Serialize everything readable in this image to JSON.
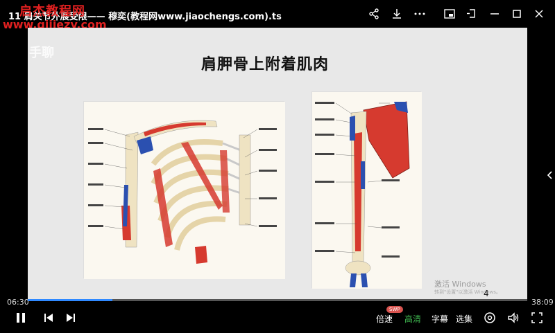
{
  "window": {
    "title": "11 肩关节外展受限——  穆奕(教程网www.jiaochengs.com).ts",
    "watermark_top": "启杰教程网",
    "watermark_url": "www.qijiezy.com"
  },
  "titlebar_icons": [
    "share-icon",
    "download-icon",
    "more-icon",
    "picture-in-picture-icon",
    "pin-icon",
    "minimize-icon",
    "maximize-icon",
    "close-icon"
  ],
  "slide": {
    "logo": "手聊",
    "title": "肩胛骨上附着肌肉",
    "activate_line1": "激活 Windows",
    "activate_line2": "转到\"设置\"以激活 Windows。",
    "page_number": "4"
  },
  "player": {
    "current_time": "06:30",
    "total_time": "38:09",
    "progress_fraction": 0.17,
    "speed_label": "倍速",
    "swp_badge": "SWP",
    "quality_label": "高清",
    "subtitle_label": "字幕",
    "episodes_label": "选集"
  },
  "colors": {
    "progress": "#2f89ff",
    "quality_active": "#3fb950",
    "watermark": "#e02020"
  }
}
